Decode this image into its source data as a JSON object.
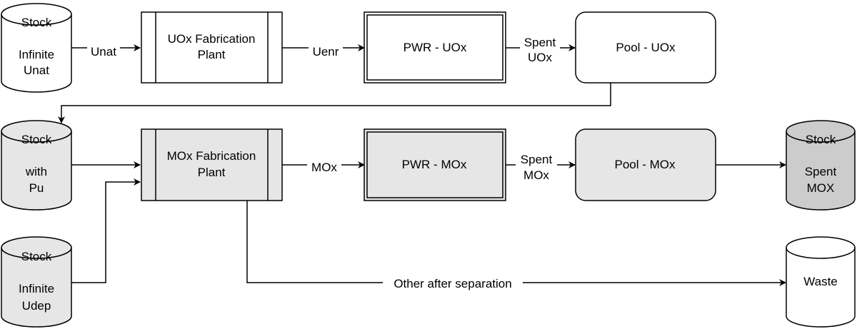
{
  "colors": {
    "white": "#ffffff",
    "light_gray": "#e6e6e6",
    "dark_gray": "#cccccc",
    "stroke": "#000000"
  },
  "nodes": {
    "stock_unat": {
      "top": "Stock",
      "line1": "Infinite",
      "line2": "Unat"
    },
    "uox_fab": {
      "line1": "UOx Fabrication",
      "line2": "Plant"
    },
    "pwr_uox": {
      "label": "PWR - UOx"
    },
    "pool_uox": {
      "label": "Pool - UOx"
    },
    "stock_pu": {
      "top": "Stock",
      "line1": "with",
      "line2": "Pu"
    },
    "mox_fab": {
      "line1": "MOx Fabrication",
      "line2": "Plant"
    },
    "pwr_mox": {
      "label": "PWR - MOx"
    },
    "pool_mox": {
      "label": "Pool - MOx"
    },
    "stock_spent_mox": {
      "top": "Stock",
      "line1": "Spent",
      "line2": "MOX"
    },
    "stock_udep": {
      "top": "Stock",
      "line1": "Infinite",
      "line2": "Udep"
    },
    "waste": {
      "label": "Waste"
    }
  },
  "edges": {
    "unat": "Unat",
    "uenr": "Uenr",
    "spent_uox": {
      "line1": "Spent",
      "line2": "UOx"
    },
    "mox": "MOx",
    "spent_mox": {
      "line1": "Spent",
      "line2": "MOx"
    },
    "other_after_separation": "Other after separation"
  }
}
